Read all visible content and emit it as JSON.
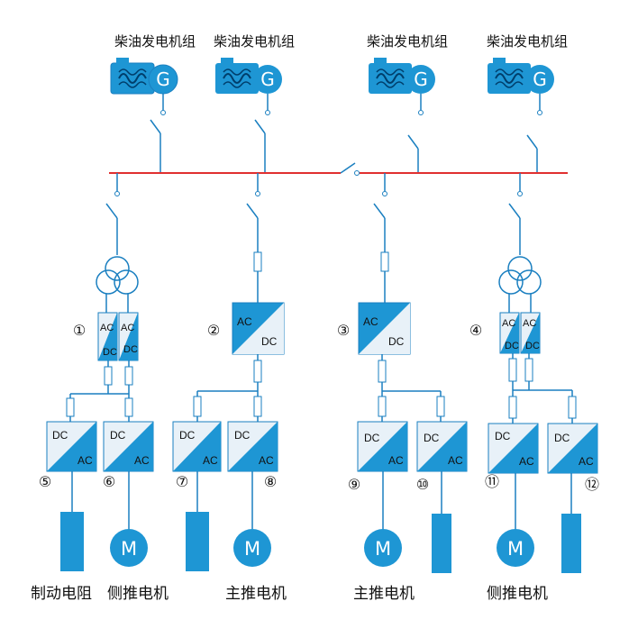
{
  "generator_label": "柴油发电机组",
  "generator_symbol": "G",
  "motor_symbol": "M",
  "ac_text": "AC",
  "dc_text": "DC",
  "branch_numbers": [
    "①",
    "②",
    "③",
    "④"
  ],
  "output_numbers": [
    "⑤",
    "⑥",
    "⑦",
    "⑧",
    "⑨",
    "⑩",
    "⑪",
    "⑫"
  ],
  "bottom_labels": [
    "制动电阻",
    "侧推电机",
    "主推电机",
    "主推电机",
    "侧推电机"
  ],
  "colors": {
    "bus": "#e03030",
    "line": "#1a7fc0",
    "fill": "#1e96d4",
    "fill_light": "#e8f1f8"
  }
}
